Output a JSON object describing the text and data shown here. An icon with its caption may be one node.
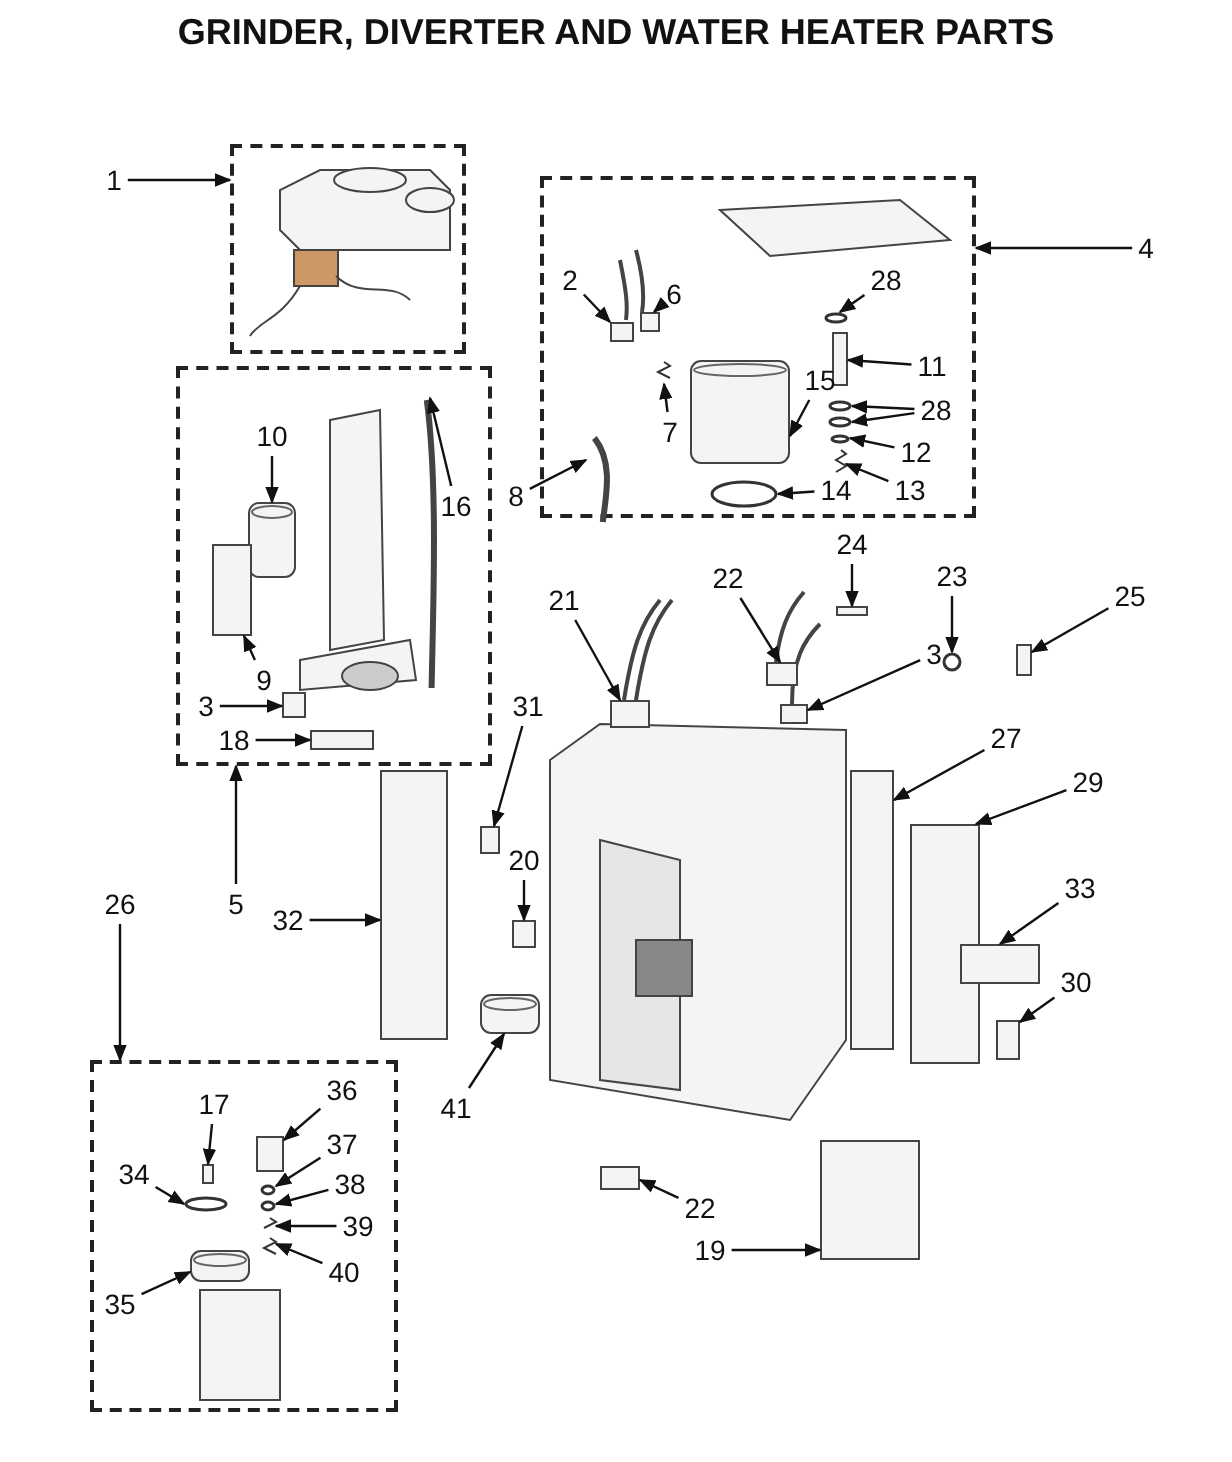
{
  "diagram": {
    "title": "GRINDER, DIVERTER AND WATER HEATER PARTS",
    "nodes": [
      {
        "text": [],
        "shape": "box"
      },
      {
        "text": [
          "1"
        ]
      },
      {
        "text": [],
        "shape": "box"
      },
      {
        "text": [
          "4"
        ]
      },
      {
        "text": [
          "2"
        ],
        "in": 2
      },
      {
        "text": [
          "6"
        ],
        "in": 2
      },
      {
        "text": [
          "28"
        ],
        "in": 2
      },
      {
        "text": [
          "11"
        ],
        "in": 2
      },
      {
        "text": [
          "15"
        ],
        "in": 2
      },
      {
        "text": [
          "28"
        ],
        "in": 2
      },
      {
        "text": [
          "7"
        ],
        "in": 2
      },
      {
        "text": [
          "12"
        ],
        "in": 2
      },
      {
        "text": [
          "13"
        ],
        "in": 2
      },
      {
        "text": [
          "14"
        ],
        "in": 2
      },
      {
        "text": [
          "8"
        ]
      },
      {
        "text": [],
        "shape": "box"
      },
      {
        "text": [
          "10"
        ],
        "in": 15
      },
      {
        "text": [
          "16"
        ],
        "in": 15
      },
      {
        "text": [
          "9"
        ],
        "in": 15
      },
      {
        "text": [
          "3"
        ],
        "in": 15
      },
      {
        "text": [
          "18"
        ],
        "in": 15
      },
      {
        "text": [
          "21"
        ]
      },
      {
        "text": [
          "22"
        ]
      },
      {
        "text": [
          "24"
        ]
      },
      {
        "text": [
          "23"
        ]
      },
      {
        "text": [
          "25"
        ]
      },
      {
        "text": [
          "3"
        ]
      },
      {
        "text": [
          "31"
        ]
      },
      {
        "text": [
          "27"
        ]
      },
      {
        "text": [
          "29"
        ]
      },
      {
        "text": [
          "5"
        ]
      },
      {
        "text": [
          "26"
        ]
      },
      {
        "text": [
          "32"
        ]
      },
      {
        "text": [
          "20"
        ]
      },
      {
        "text": [
          "33"
        ]
      },
      {
        "text": [
          "30"
        ]
      },
      {
        "text": [],
        "shape": "box"
      },
      {
        "text": [
          "17"
        ],
        "in": 36
      },
      {
        "text": [
          "36"
        ],
        "in": 36
      },
      {
        "text": [
          "34"
        ],
        "in": 36
      },
      {
        "text": [
          "37"
        ],
        "in": 36
      },
      {
        "text": [
          "38"
        ],
        "in": 36
      },
      {
        "text": [
          "39"
        ],
        "in": 36
      },
      {
        "text": [
          "40"
        ],
        "in": 36
      },
      {
        "text": [
          "41"
        ]
      },
      {
        "text": [
          "35"
        ],
        "in": 36
      },
      {
        "text": [
          "22"
        ]
      },
      {
        "text": [
          "19"
        ]
      },
      {
        "text": [],
        "shape": "box",
        "in": 2
      },
      {
        "text": [],
        "shape": "box",
        "in": 2
      },
      {
        "text": [],
        "shape": "circle",
        "in": 2
      },
      {
        "text": [],
        "shape": "box",
        "in": 2
      },
      {
        "text": [],
        "shape": "cylinder",
        "in": 2
      },
      {
        "text": [],
        "shape": "circle",
        "in": 2
      },
      {
        "text": [],
        "shape": "circle",
        "in": 2
      },
      {
        "text": [],
        "shape": "spring",
        "in": 2
      },
      {
        "text": [],
        "shape": "circle",
        "in": 2
      },
      {
        "text": [],
        "shape": "spring",
        "in": 2
      },
      {
        "text": [],
        "shape": "circle",
        "in": 2
      },
      {
        "text": [],
        "shape": "hose",
        "in": 2
      },
      {
        "text": [],
        "shape": "cylinder",
        "in": 15
      },
      {
        "text": [],
        "shape": "hose",
        "in": 15
      },
      {
        "text": [],
        "shape": "box",
        "in": 15
      },
      {
        "text": [],
        "shape": "box",
        "in": 15
      },
      {
        "text": [],
        "shape": "box",
        "in": 15
      },
      {
        "text": [],
        "shape": "box"
      },
      {
        "text": [],
        "shape": "box"
      },
      {
        "text": [],
        "shape": "box"
      },
      {
        "text": [],
        "shape": "circle"
      },
      {
        "text": [],
        "shape": "box"
      },
      {
        "text": [],
        "shape": "box"
      },
      {
        "text": [],
        "shape": "box"
      },
      {
        "text": [],
        "shape": "box"
      },
      {
        "text": [],
        "shape": "box"
      },
      {
        "text": [],
        "shape": "box"
      },
      {
        "text": [],
        "shape": "box"
      },
      {
        "text": [],
        "shape": "box"
      },
      {
        "text": [],
        "shape": "box"
      },
      {
        "text": [],
        "shape": "box",
        "in": 36
      },
      {
        "text": [],
        "shape": "box",
        "in": 36
      },
      {
        "text": [],
        "shape": "circle",
        "in": 36
      },
      {
        "text": [],
        "shape": "circle",
        "in": 36
      },
      {
        "text": [],
        "shape": "circle",
        "in": 36
      },
      {
        "text": [],
        "shape": "spring",
        "in": 36
      },
      {
        "text": [],
        "shape": "spring",
        "in": 36
      },
      {
        "text": [],
        "shape": "cylinder"
      },
      {
        "text": [],
        "shape": "cylinder",
        "in": 36
      },
      {
        "text": [],
        "shape": "box"
      },
      {
        "text": [],
        "shape": "box"
      }
    ],
    "edges": [
      {
        "from": 1,
        "to": 0,
        "arrow": "to"
      },
      {
        "from": 3,
        "to": 2,
        "arrow": "to"
      },
      {
        "from": 4,
        "to": 48,
        "arrow": "to"
      },
      {
        "from": 5,
        "to": 49,
        "arrow": "to"
      },
      {
        "from": 6,
        "to": 50,
        "arrow": "to"
      },
      {
        "from": 7,
        "to": 51,
        "arrow": "to"
      },
      {
        "from": 8,
        "to": 52,
        "arrow": "to"
      },
      {
        "from": 9,
        "to": 53,
        "arrow": "to"
      },
      {
        "from": 9,
        "to": 54,
        "arrow": "to"
      },
      {
        "from": 10,
        "to": 55,
        "arrow": "to"
      },
      {
        "from": 11,
        "to": 56,
        "arrow": "to"
      },
      {
        "from": 12,
        "to": 57,
        "arrow": "to"
      },
      {
        "from": 13,
        "to": 58,
        "arrow": "to"
      },
      {
        "from": 14,
        "to": 59,
        "arrow": "to"
      },
      {
        "from": 16,
        "to": 60,
        "arrow": "to"
      },
      {
        "from": 17,
        "to": 61,
        "arrow": "to"
      },
      {
        "from": 18,
        "to": 62,
        "arrow": "to"
      },
      {
        "from": 19,
        "to": 63,
        "arrow": "to"
      },
      {
        "from": 20,
        "to": 64,
        "arrow": "to"
      },
      {
        "from": 21,
        "to": 65,
        "arrow": "to"
      },
      {
        "from": 22,
        "to": 66,
        "arrow": "to"
      },
      {
        "from": 23,
        "to": 67,
        "arrow": "to"
      },
      {
        "from": 24,
        "to": 68,
        "arrow": "to"
      },
      {
        "from": 25,
        "to": 69,
        "arrow": "to"
      },
      {
        "from": 26,
        "to": 70,
        "arrow": "to"
      },
      {
        "from": 27,
        "to": 71,
        "arrow": "to"
      },
      {
        "from": 28,
        "to": 72,
        "arrow": "to"
      },
      {
        "from": 29,
        "to": 73,
        "arrow": "to"
      },
      {
        "from": 30,
        "to": 15,
        "arrow": "to"
      },
      {
        "from": 31,
        "to": 36,
        "arrow": "to"
      },
      {
        "from": 32,
        "to": 74,
        "arrow": "to"
      },
      {
        "from": 33,
        "to": 75,
        "arrow": "to"
      },
      {
        "from": 34,
        "to": 76,
        "arrow": "to"
      },
      {
        "from": 35,
        "to": 77,
        "arrow": "to"
      },
      {
        "from": 37,
        "to": 78,
        "arrow": "to"
      },
      {
        "from": 38,
        "to": 79,
        "arrow": "to"
      },
      {
        "from": 39,
        "to": 80,
        "arrow": "to"
      },
      {
        "from": 40,
        "to": 81,
        "arrow": "to"
      },
      {
        "from": 41,
        "to": 82,
        "arrow": "to"
      },
      {
        "from": 42,
        "to": 83,
        "arrow": "to"
      },
      {
        "from": 43,
        "to": 84,
        "arrow": "to"
      },
      {
        "from": 44,
        "to": 85,
        "arrow": "to"
      },
      {
        "from": 45,
        "to": 86,
        "arrow": "to"
      },
      {
        "from": 46,
        "to": 87,
        "arrow": "to"
      },
      {
        "from": 47,
        "to": 88,
        "arrow": "to"
      }
    ]
  }
}
